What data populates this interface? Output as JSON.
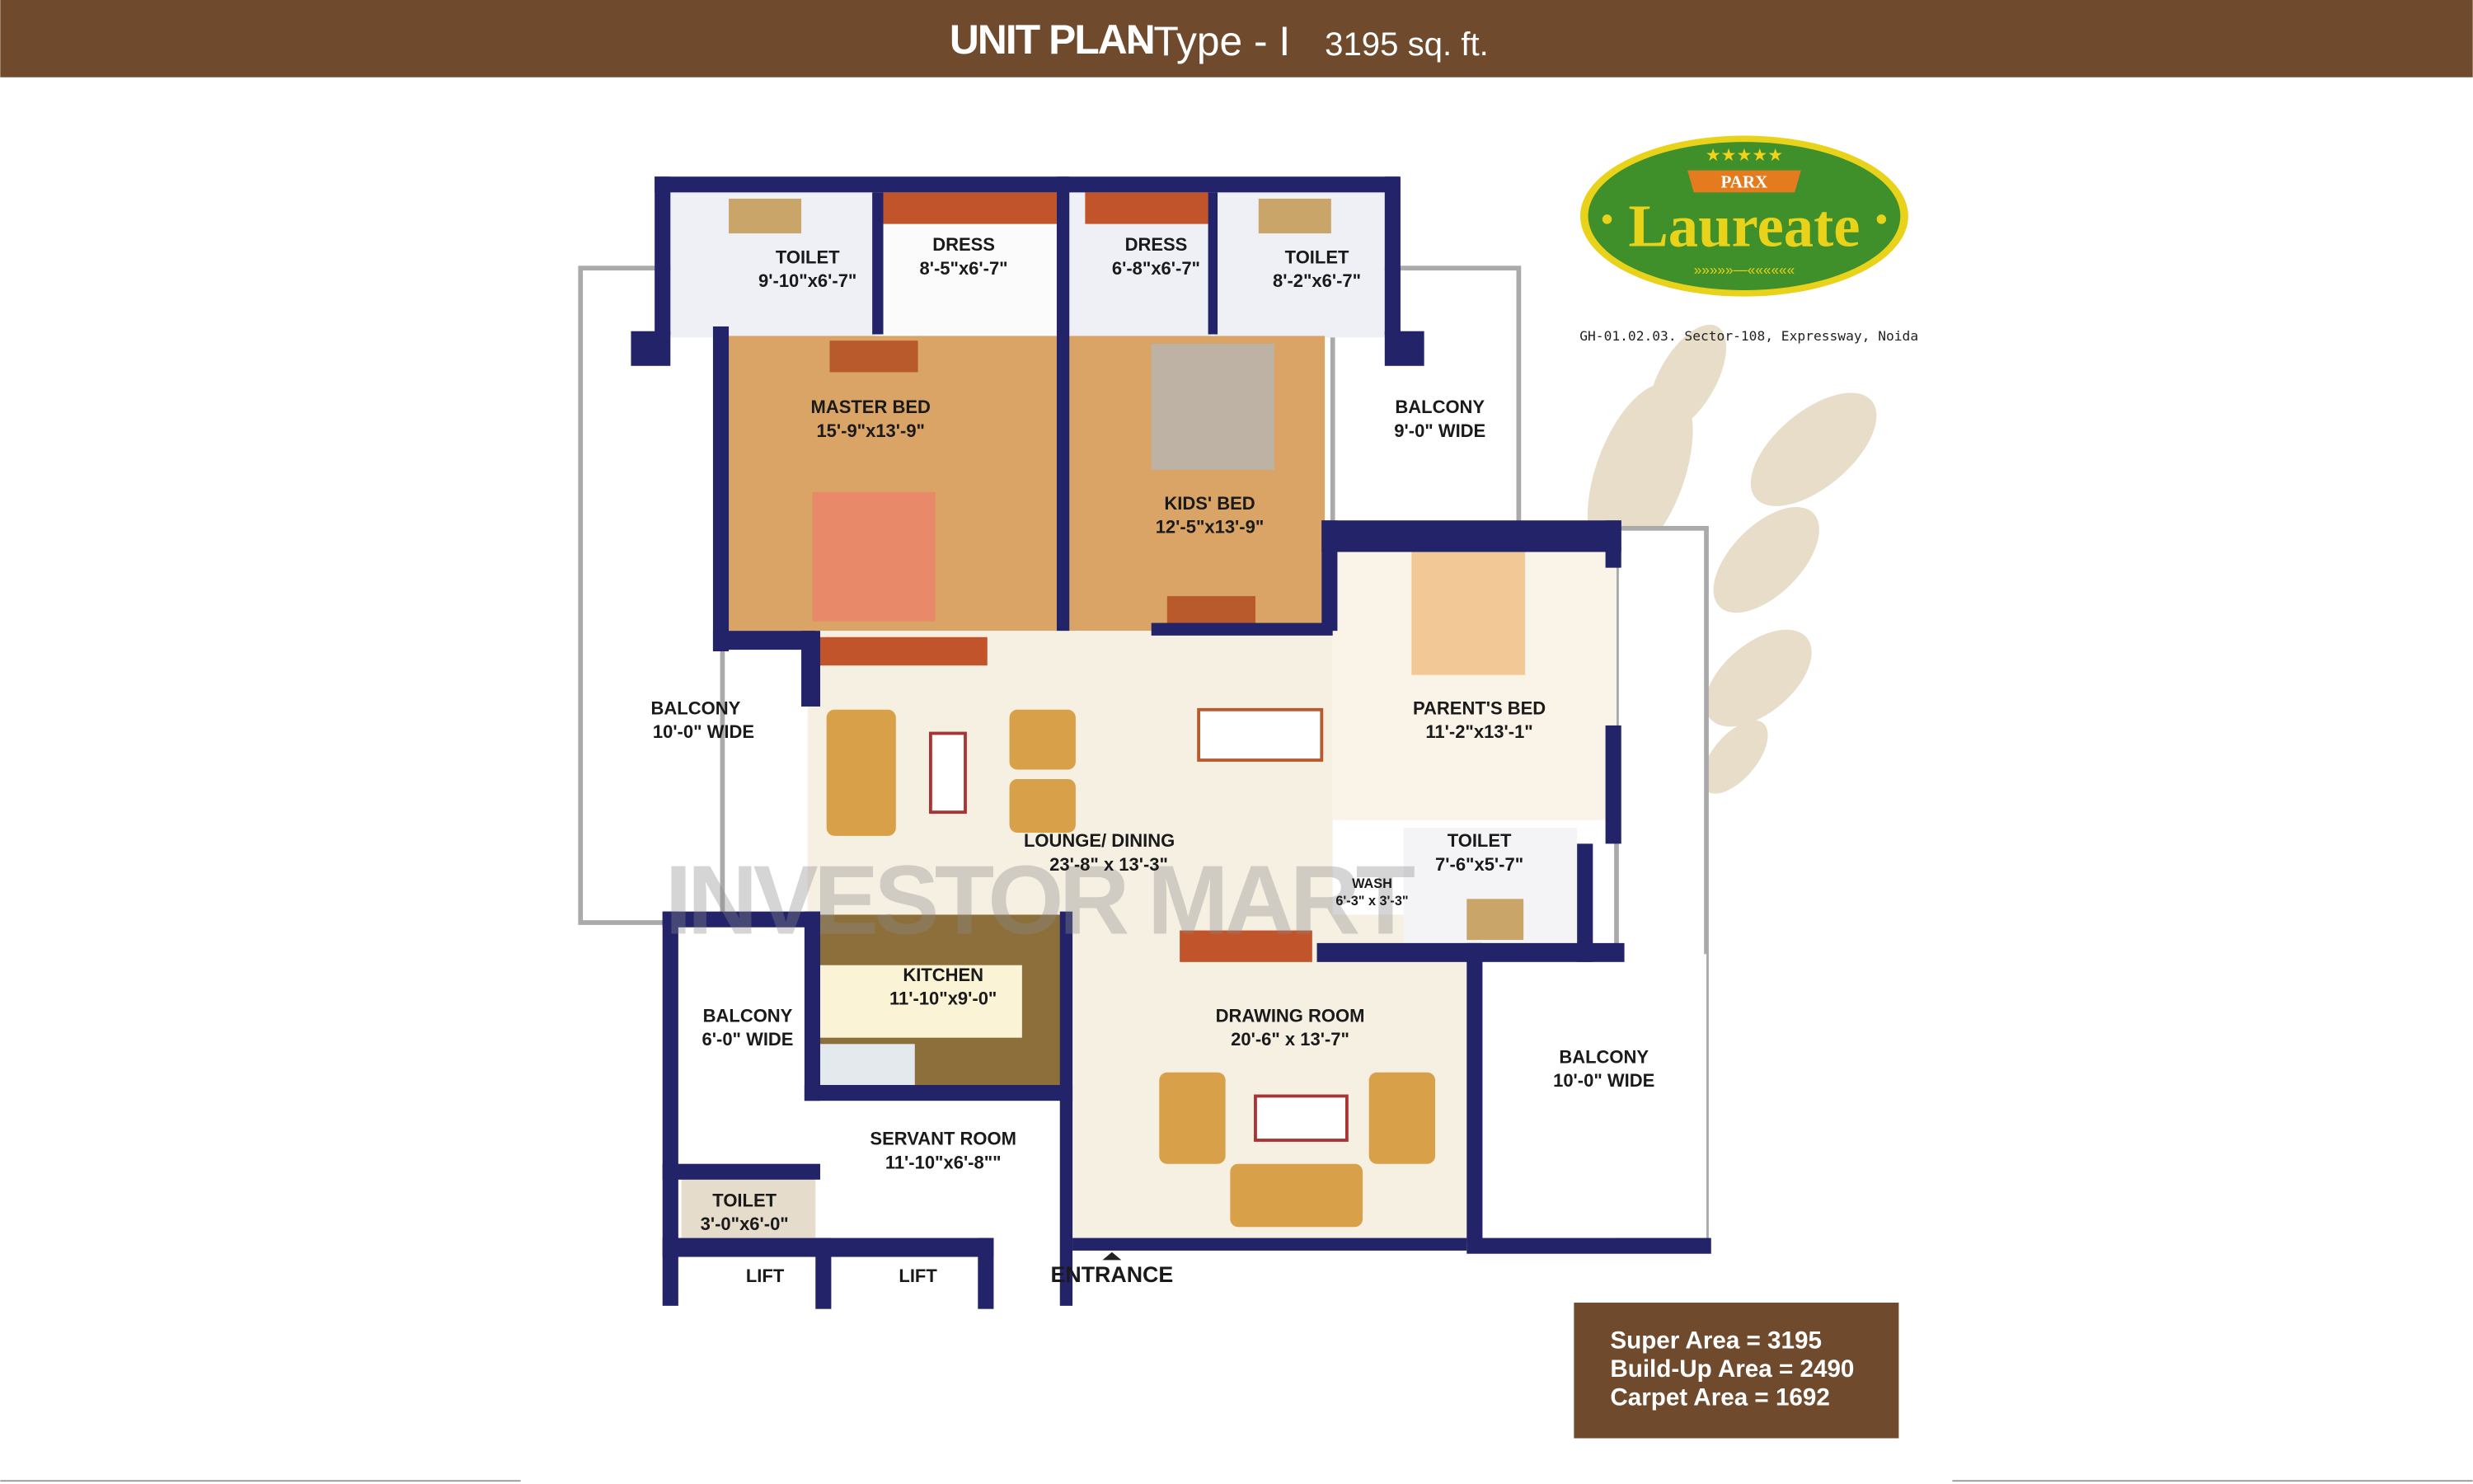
{
  "header": {
    "title_bold": "UNIT PLAN",
    "title_type": "- Type - I",
    "title_size": "3195 sq. ft."
  },
  "logo": {
    "brand": "PARX",
    "name": "Laureate",
    "address": "GH-01.02.03. Sector-108, Expressway, Noida"
  },
  "rooms": [
    {
      "name": "TOILET",
      "size": "9'-10\"x6'-7\""
    },
    {
      "name": "DRESS",
      "size": "8'-5\"x6'-7\""
    },
    {
      "name": "DRESS",
      "size": "6'-8\"x6'-7\""
    },
    {
      "name": "TOILET",
      "size": "8'-2\"x6'-7\""
    },
    {
      "name": "MASTER BED",
      "size": "15'-9\"x13'-9\""
    },
    {
      "name": "KIDS' BED",
      "size": "12'-5\"x13'-9\""
    },
    {
      "name": "BALCONY",
      "size": "9'-0\" WIDE"
    },
    {
      "name": "BALCONY",
      "size": "10'-0\" WIDE"
    },
    {
      "name": "PARENT'S BED",
      "size": "11'-2\"x13'-1\""
    },
    {
      "name": "LOUNGE/ DINING",
      "size": "23'-8\" x 13'-3\""
    },
    {
      "name": "TOILET",
      "size": "7'-6\"x5'-7\""
    },
    {
      "name": "WASH",
      "size": "6'-3\" x 3'-3\""
    },
    {
      "name": "KITCHEN",
      "size": "11'-10\"x9'-0\""
    },
    {
      "name": "BALCONY",
      "size": "6'-0\" WIDE"
    },
    {
      "name": "DRAWING ROOM",
      "size": "20'-6\" x 13'-7\""
    },
    {
      "name": "BALCONY",
      "size": "10'-0\" WIDE"
    },
    {
      "name": "SERVANT ROOM",
      "size": "11'-10\"x6'-8\"\""
    },
    {
      "name": "TOILET",
      "size": "3'-0\"x6'-0\""
    }
  ],
  "lifts": [
    "LIFT",
    "LIFT"
  ],
  "entrance": "ENTRANCE",
  "watermark": "INVESTOR MART",
  "areas": [
    "Super Area = 3195",
    "Build-Up Area = 2490",
    "Carpet Area = 1692"
  ],
  "colors": {
    "header": "#6f4a2c",
    "wall": "#23236a",
    "wood": "#d9a465",
    "logo_green": "#3f8f2a",
    "logo_gold": "#e8d21a"
  }
}
